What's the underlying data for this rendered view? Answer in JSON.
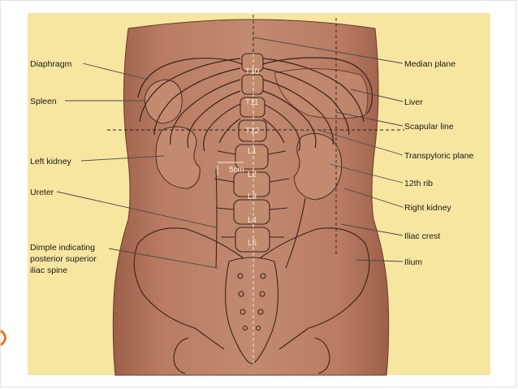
{
  "labels_left": {
    "diaphragm": "Diaphragm",
    "spleen": "Spleen",
    "left_kidney": "Left kidney",
    "ureter": "Ureter",
    "dimple_line1": "Dimple indicating",
    "dimple_line2": "posterior superior",
    "dimple_line3": "iliac spine"
  },
  "labels_right": {
    "median_plane": "Median plane",
    "liver": "Liver",
    "scapular_line": "Scapular line",
    "transpyloric_plane": "Transpyloric plane",
    "rib_12": "12th rib",
    "right_kidney": "Right kidney",
    "iliac_crest": "Iliac crest",
    "ilium": "Ilium"
  },
  "vertebrae": {
    "t10": "T10",
    "t11": "T11",
    "t12": "T12",
    "l1": "L1",
    "l2": "L2",
    "l3": "L3",
    "l4": "L4",
    "l5": "L5"
  },
  "measure": "5cm",
  "colors": {
    "background": "#f7e6a0",
    "skin": "#b87a62",
    "bone_outline": "#3b2218",
    "accent_orange": "#e8731e"
  }
}
